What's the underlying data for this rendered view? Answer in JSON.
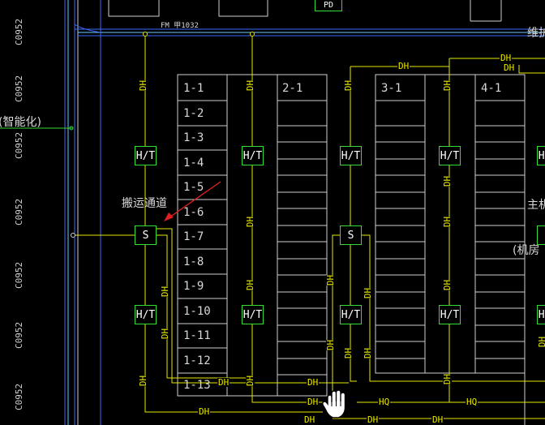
{
  "pd_label": "PD",
  "fm_label": "FM 甲1032",
  "top_right_label": "维护",
  "left_label": "(智能化)",
  "corridor_label": "搬运通道",
  "right_label_1": "主机",
  "right_label_2": "(机房",
  "column_code": "C0952",
  "rack_groups": [
    {
      "header": "1-1",
      "rows": [
        "1-1",
        "1-2",
        "1-3",
        "1-4",
        "1-5",
        "1-6",
        "1-7",
        "1-8",
        "1-9",
        "1-10",
        "1-11",
        "1-12",
        "1-13"
      ]
    },
    {
      "header": "2-1"
    },
    {
      "header": "3-1"
    },
    {
      "header": "4-1"
    }
  ],
  "ht_label": "H/T",
  "s_label": "S",
  "dh_label": "DH",
  "hq_label": "HQ",
  "colors": {
    "green": "#33dd33",
    "yellow": "#e6e600",
    "blue": "#3b6bff",
    "cyan": "#66ccff",
    "red": "#e02020",
    "white": "#d8d8d8"
  }
}
